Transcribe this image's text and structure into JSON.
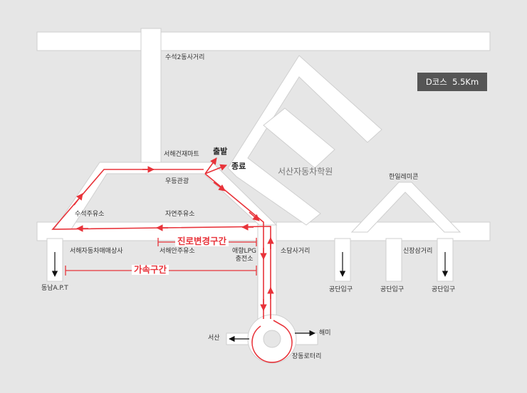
{
  "course": {
    "name": "D코스",
    "distance": "5.5Km"
  },
  "labels": {
    "suseok2": "수석2동사거리",
    "seohae_materials": "서해건재마트",
    "start": "출발",
    "finish": "종료",
    "woodeung": "우등관광",
    "school": "서산자동차학원",
    "hanil": "한일레미콘",
    "suseok_gas": "수석주유소",
    "jayeon_gas": "자연주유소",
    "section_change": "진로변경구간",
    "seohae_auto": "서해자동차매매상사",
    "seohaean_gas": "서해안주유소",
    "aehyang_lpg": "애향LPG\n충전소",
    "sodam": "소담사거리",
    "sinjang": "신장삼거리",
    "accel": "가속구간",
    "dongnam": "동남A.P.T",
    "gongdan1": "공단입구",
    "gongdan2": "공단입구",
    "gongdan3": "공단입구",
    "seosan": "서산",
    "haemi": "해미",
    "jangdong": "장동로터리"
  },
  "colors": {
    "background": "#e6e6e6",
    "road": "#ffffff",
    "route": "#e8333a",
    "badge": "#555555"
  }
}
